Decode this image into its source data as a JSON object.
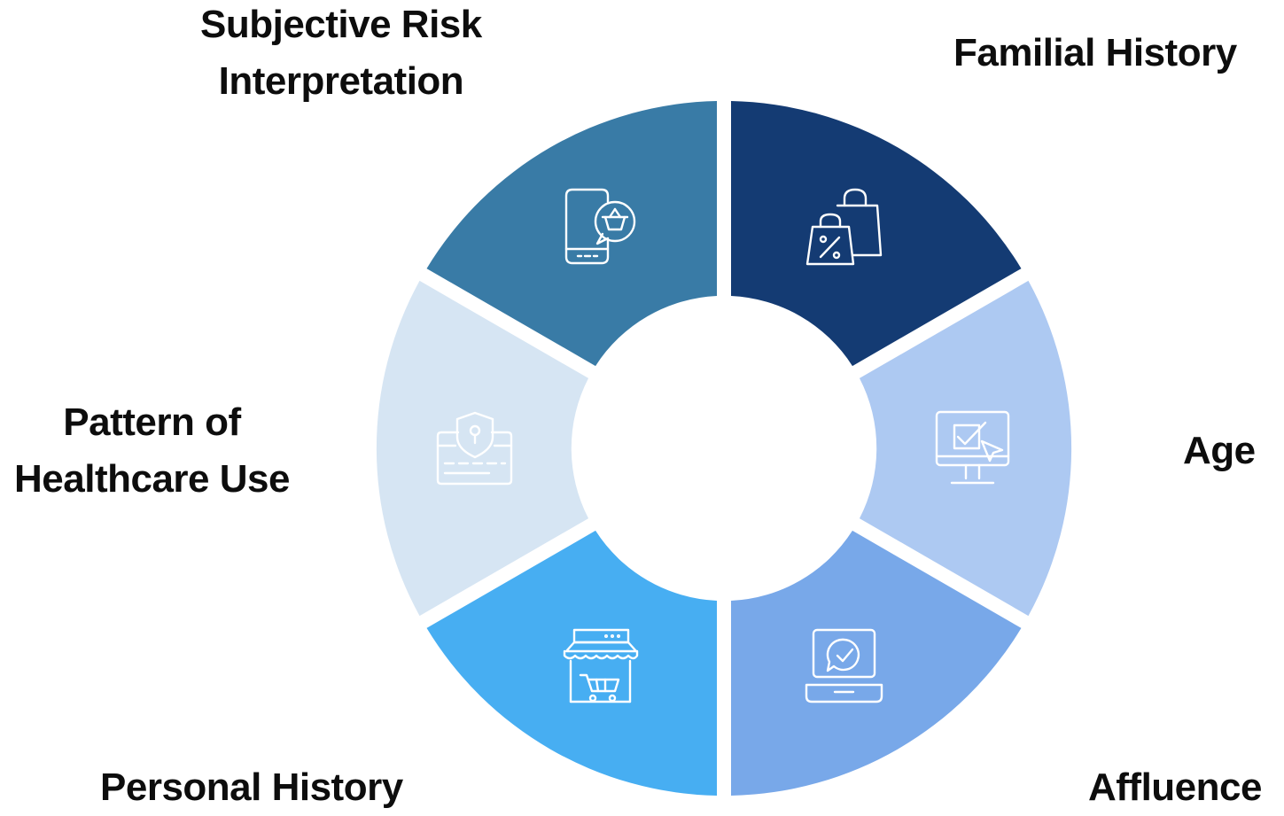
{
  "segments": [
    {
      "id": "familial-history",
      "label_lines": [
        "Familial History"
      ],
      "color": "#143b73",
      "icon": "shopping-bags-discount-icon"
    },
    {
      "id": "age",
      "label_lines": [
        "Age"
      ],
      "color": "#adc9f2",
      "icon": "monitor-checkbox-cursor-icon"
    },
    {
      "id": "affluence",
      "label_lines": [
        "Affluence"
      ],
      "color": "#78a8e9",
      "icon": "laptop-check-icon"
    },
    {
      "id": "personal-history",
      "label_lines": [
        "Personal History"
      ],
      "color": "#47aef2",
      "icon": "storefront-cart-icon"
    },
    {
      "id": "pattern-of-healthcare-use",
      "label_lines": [
        "Pattern of",
        "Healthcare Use"
      ],
      "color": "#d6e5f3",
      "icon": "card-shield-lock-icon"
    },
    {
      "id": "subjective-risk-interpretation",
      "label_lines": [
        "Subjective Risk",
        "Interpretation"
      ],
      "color": "#397ba6",
      "icon": "phone-basket-icon"
    }
  ]
}
